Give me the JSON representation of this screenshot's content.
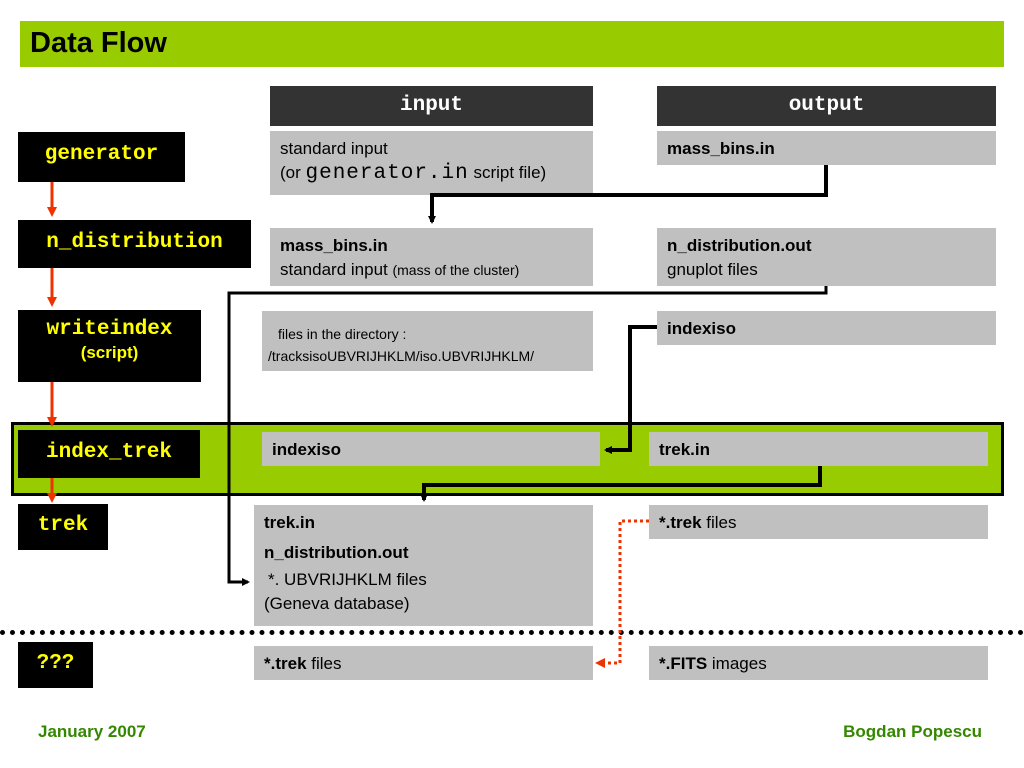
{
  "title": "Data Flow",
  "columns": {
    "input": "input",
    "output": "output"
  },
  "programs": {
    "generator": "generator",
    "n_distribution": "n_distribution",
    "writeindex": "writeindex",
    "writeindex_sub": "(script)",
    "index_trek": "index_trek",
    "trek": "trek",
    "unknown": "???"
  },
  "rows": {
    "generator": {
      "input_line1": "standard input",
      "input_line2_pre": "(or ",
      "input_line2_mono": "generator.in",
      "input_line2_post": " script file)",
      "output": "mass_bins.in"
    },
    "n_distribution": {
      "input_bold": "mass_bins.in",
      "input_line2": "standard input ",
      "input_line2_small": "(mass of the cluster)",
      "output_bold": "n_distribution.out",
      "output_line2": "gnuplot files"
    },
    "writeindex": {
      "input_line1": "files in the directory :",
      "input_line2": "/tracksisoUBVRIJHKLM/iso.UBVRIJHKLM/",
      "output": "indexiso"
    },
    "index_trek": {
      "input": "indexiso",
      "output": "trek.in"
    },
    "trek": {
      "input_line1": "trek.in",
      "input_line2": "n_distribution.out",
      "input_line3": " *. UBVRIJHKLM files",
      "input_line4": "(Geneva database)",
      "output_bold": "*.trek",
      "output_rest": " files"
    },
    "unknown": {
      "input_bold": "*.trek",
      "input_rest": " files",
      "output_bold": "*.FITS",
      "output_rest": " images"
    }
  },
  "footer": {
    "left": "January 2007",
    "right": "Bogdan Popescu"
  },
  "colors": {
    "title_bar": "#99cc00",
    "box": "#c0c0c0",
    "header": "#333333",
    "program_text": "#ffff00",
    "arrow_red": "#ee3300",
    "footer": "#338800"
  }
}
